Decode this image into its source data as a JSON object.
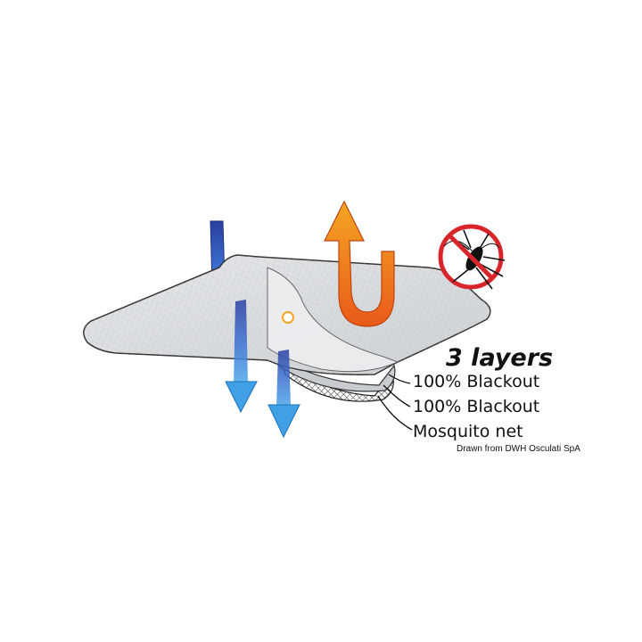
{
  "diagram": {
    "title": "3 layers",
    "layers": [
      {
        "label": "100% Blackout"
      },
      {
        "label": "100% Blackout"
      },
      {
        "label": "Mosquito net"
      }
    ],
    "credit": "Drawn from DWH Osculati SpA",
    "icons": {
      "cold_arrows": "arrow-down-through-fabric-icon",
      "warm_arrow": "arrow-up-reflected-icon",
      "no_mosquito": "no-mosquito-icon"
    },
    "colors": {
      "cold_top": "#2a3f9e",
      "cold_mid": "#3b6fd1",
      "cold_bottom": "#4aa8e8",
      "warm_top": "#f5a623",
      "warm_bottom": "#e8591a",
      "prohibit": "#d7262b",
      "fabric": "#d8dadd",
      "mesh": "#3a3a3a"
    }
  }
}
